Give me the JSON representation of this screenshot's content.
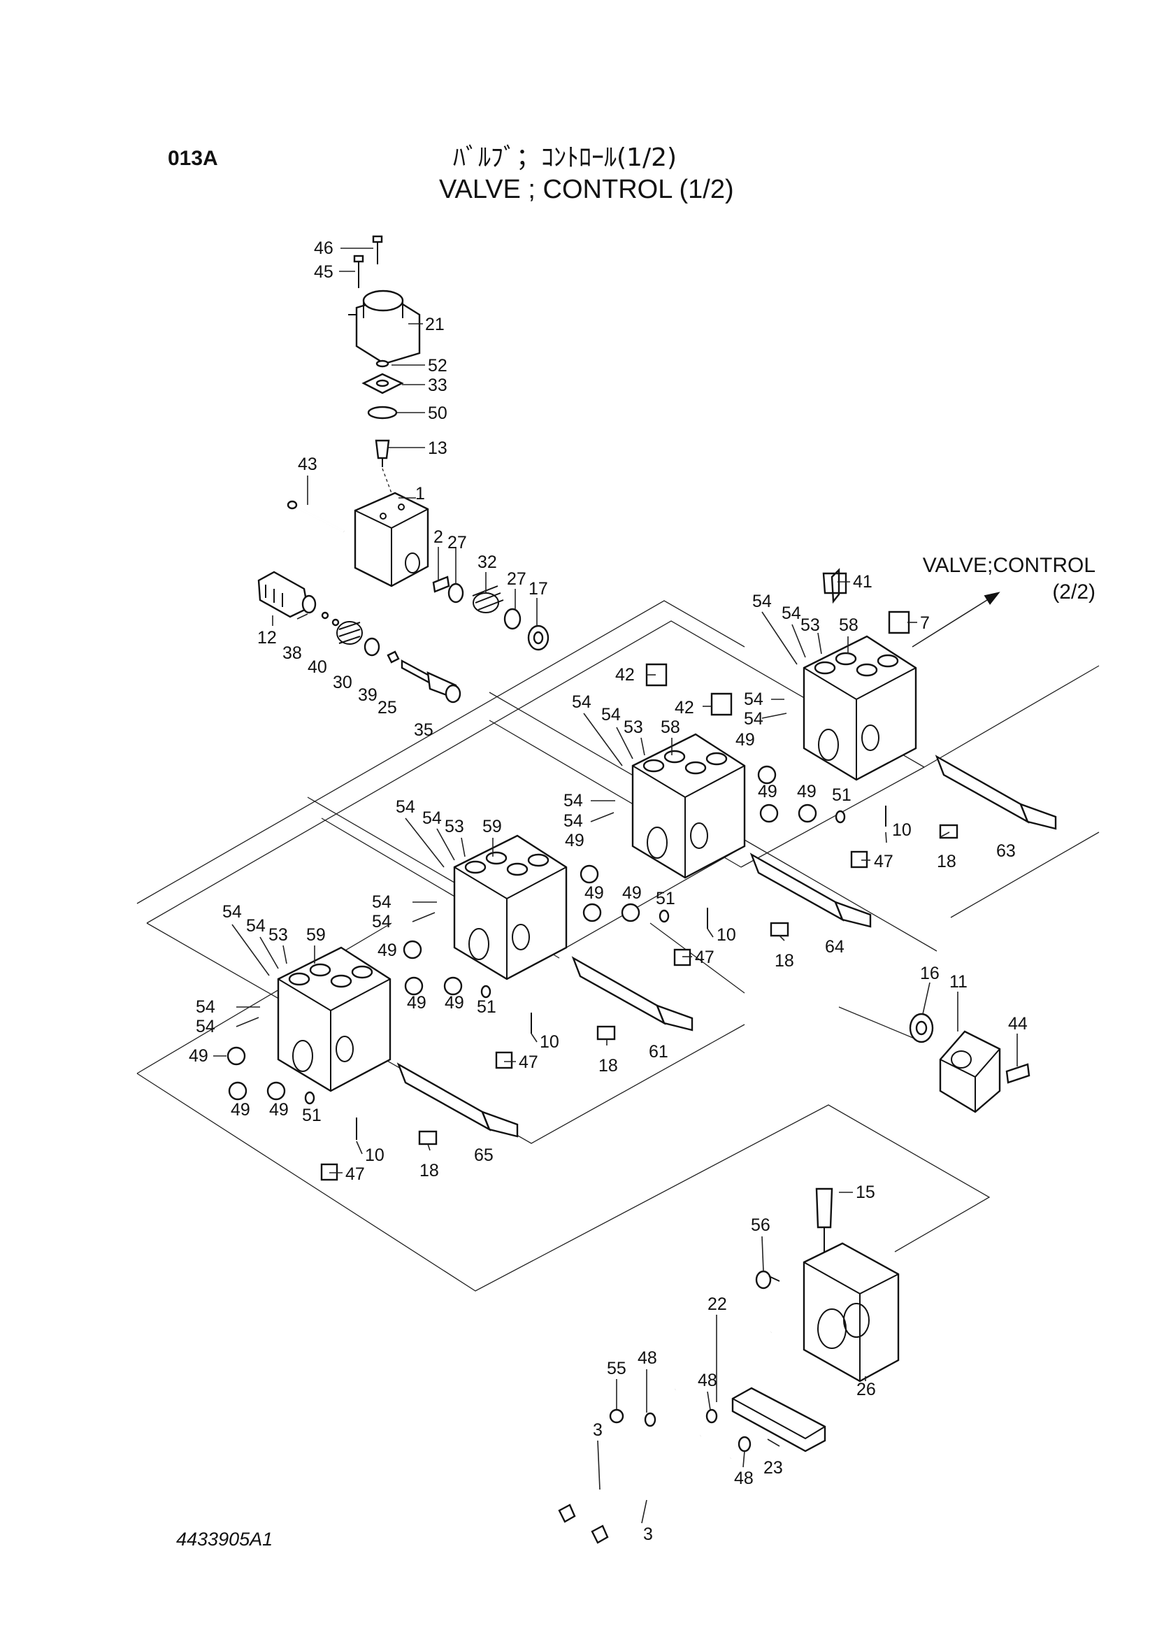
{
  "header": {
    "page_code": "013A",
    "title_ja": "ﾊﾞﾙﾌﾞ；ｺﾝﾄﾛｰﾙ(1/2)",
    "title_en": "VALVE ; CONTROL (1/2)"
  },
  "reference_note": {
    "line1": "VALVE;CONTROL",
    "line2": "(2/2)"
  },
  "drawing_number": "4433905A1",
  "part_labels": [
    "46",
    "45",
    "21",
    "52",
    "33",
    "50",
    "13",
    "43",
    "1",
    "2",
    "27",
    "32",
    "27",
    "17",
    "12",
    "38",
    "40",
    "30",
    "39",
    "25",
    "35",
    "41",
    "7",
    "54",
    "54",
    "53",
    "58",
    "54",
    "54",
    "49",
    "49",
    "49",
    "51",
    "10",
    "47",
    "18",
    "63",
    "42",
    "42",
    "54",
    "54",
    "53",
    "58",
    "54",
    "54",
    "49",
    "49",
    "49",
    "51",
    "10",
    "47",
    "18",
    "64",
    "54",
    "54",
    "53",
    "59",
    "54",
    "54",
    "49",
    "49",
    "49",
    "51",
    "10",
    "47",
    "18",
    "61",
    "54",
    "54",
    "53",
    "59",
    "54",
    "54",
    "49",
    "49",
    "49",
    "51",
    "10",
    "47",
    "18",
    "65",
    "16",
    "11",
    "44",
    "15",
    "56",
    "22",
    "55",
    "48",
    "48",
    "26",
    "3",
    "23",
    "48",
    "3"
  ],
  "colors": {
    "ink": "#111111",
    "paper": "#ffffff"
  }
}
